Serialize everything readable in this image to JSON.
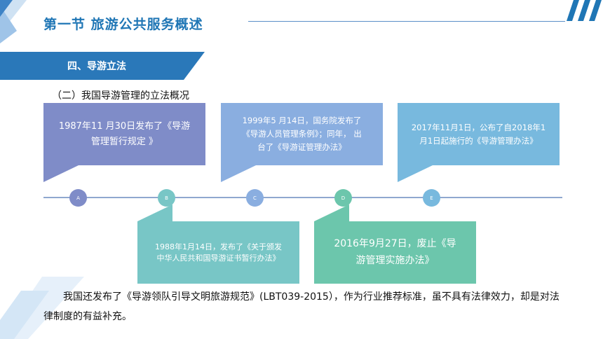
{
  "header": {
    "title": "第一节  旅游公共服务概述"
  },
  "section": {
    "label": "四、导游立法"
  },
  "subtitle": "（二）我国导游管理的立法概况",
  "timeline": {
    "nodes": [
      "A",
      "B",
      "C",
      "D",
      "E"
    ],
    "events": [
      {
        "id": "A",
        "lines": [
          "1987年11 月30日发布了《导游",
          "管理暂行规定 》"
        ],
        "color": "#7f8cc8"
      },
      {
        "id": "B",
        "lines": [
          "1988年1月14日，发布了《关于颁发",
          "中华人民共和国导游证书暂行办法》"
        ],
        "color": "#78c6c6"
      },
      {
        "id": "C",
        "lines": [
          "1999年5 月14日，国务院发布了",
          "《导游人员管理条例》；同年， 出",
          "台了《导游证管理办法》"
        ],
        "color": "#8aaee0"
      },
      {
        "id": "D",
        "lines": [
          "2016年9月27日，废止《导",
          "游管理实施办法》"
        ],
        "color": "#6cc6ac"
      },
      {
        "id": "E",
        "lines": [
          "2017年11月1日，公布了自2018年1",
          "月1日起施行的《导游管理办法》"
        ],
        "color": "#78b9de"
      }
    ]
  },
  "paragraph": "我国还发布了《导游领队引导文明旅游规范》(LBT039-2015），作为行业推荐标准，虽不具有法律效力，却是对法律制度的有益补充。",
  "colors": {
    "title": "#1f76b5",
    "banner": "#2a78b9",
    "axis": "#8fa8cf"
  }
}
